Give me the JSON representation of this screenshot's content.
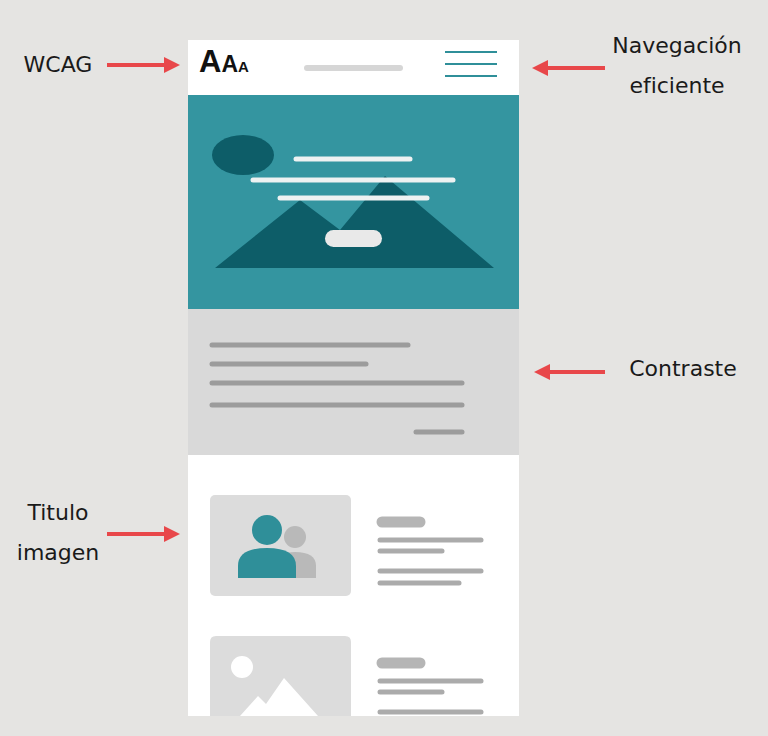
{
  "diagram": {
    "labels": [
      "WCAG",
      "A",
      "A",
      "A",
      "Navegación eficiente",
      "Contraste",
      "Titulo imagen"
    ]
  }
}
